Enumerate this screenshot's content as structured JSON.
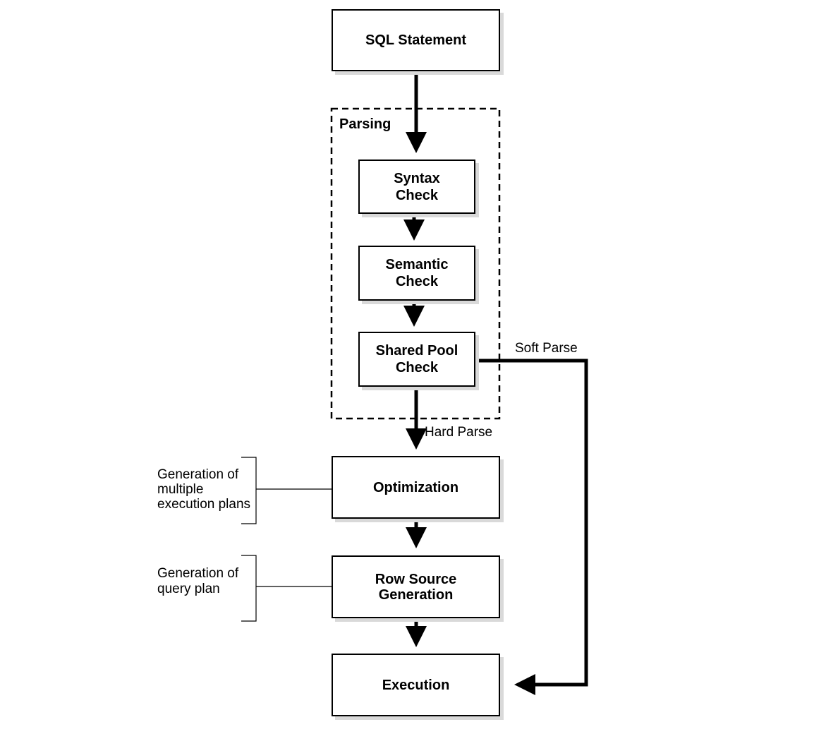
{
  "diagram": {
    "nodes": {
      "sql_statement": "SQL Statement",
      "syntax_check": "Syntax\nCheck",
      "semantic_check": "Semantic\nCheck",
      "shared_pool_check": "Shared Pool\nCheck",
      "optimization": "Optimization",
      "row_source_generation": "Row Source\nGeneration",
      "execution": "Execution"
    },
    "group_label": "Parsing",
    "edge_labels": {
      "soft_parse": "Soft Parse",
      "hard_parse": "Hard Parse"
    },
    "annotations": {
      "optimization_note": "Generation of\nmultiple\nexecution plans",
      "row_source_note": "Generation of\nquery plan"
    }
  }
}
